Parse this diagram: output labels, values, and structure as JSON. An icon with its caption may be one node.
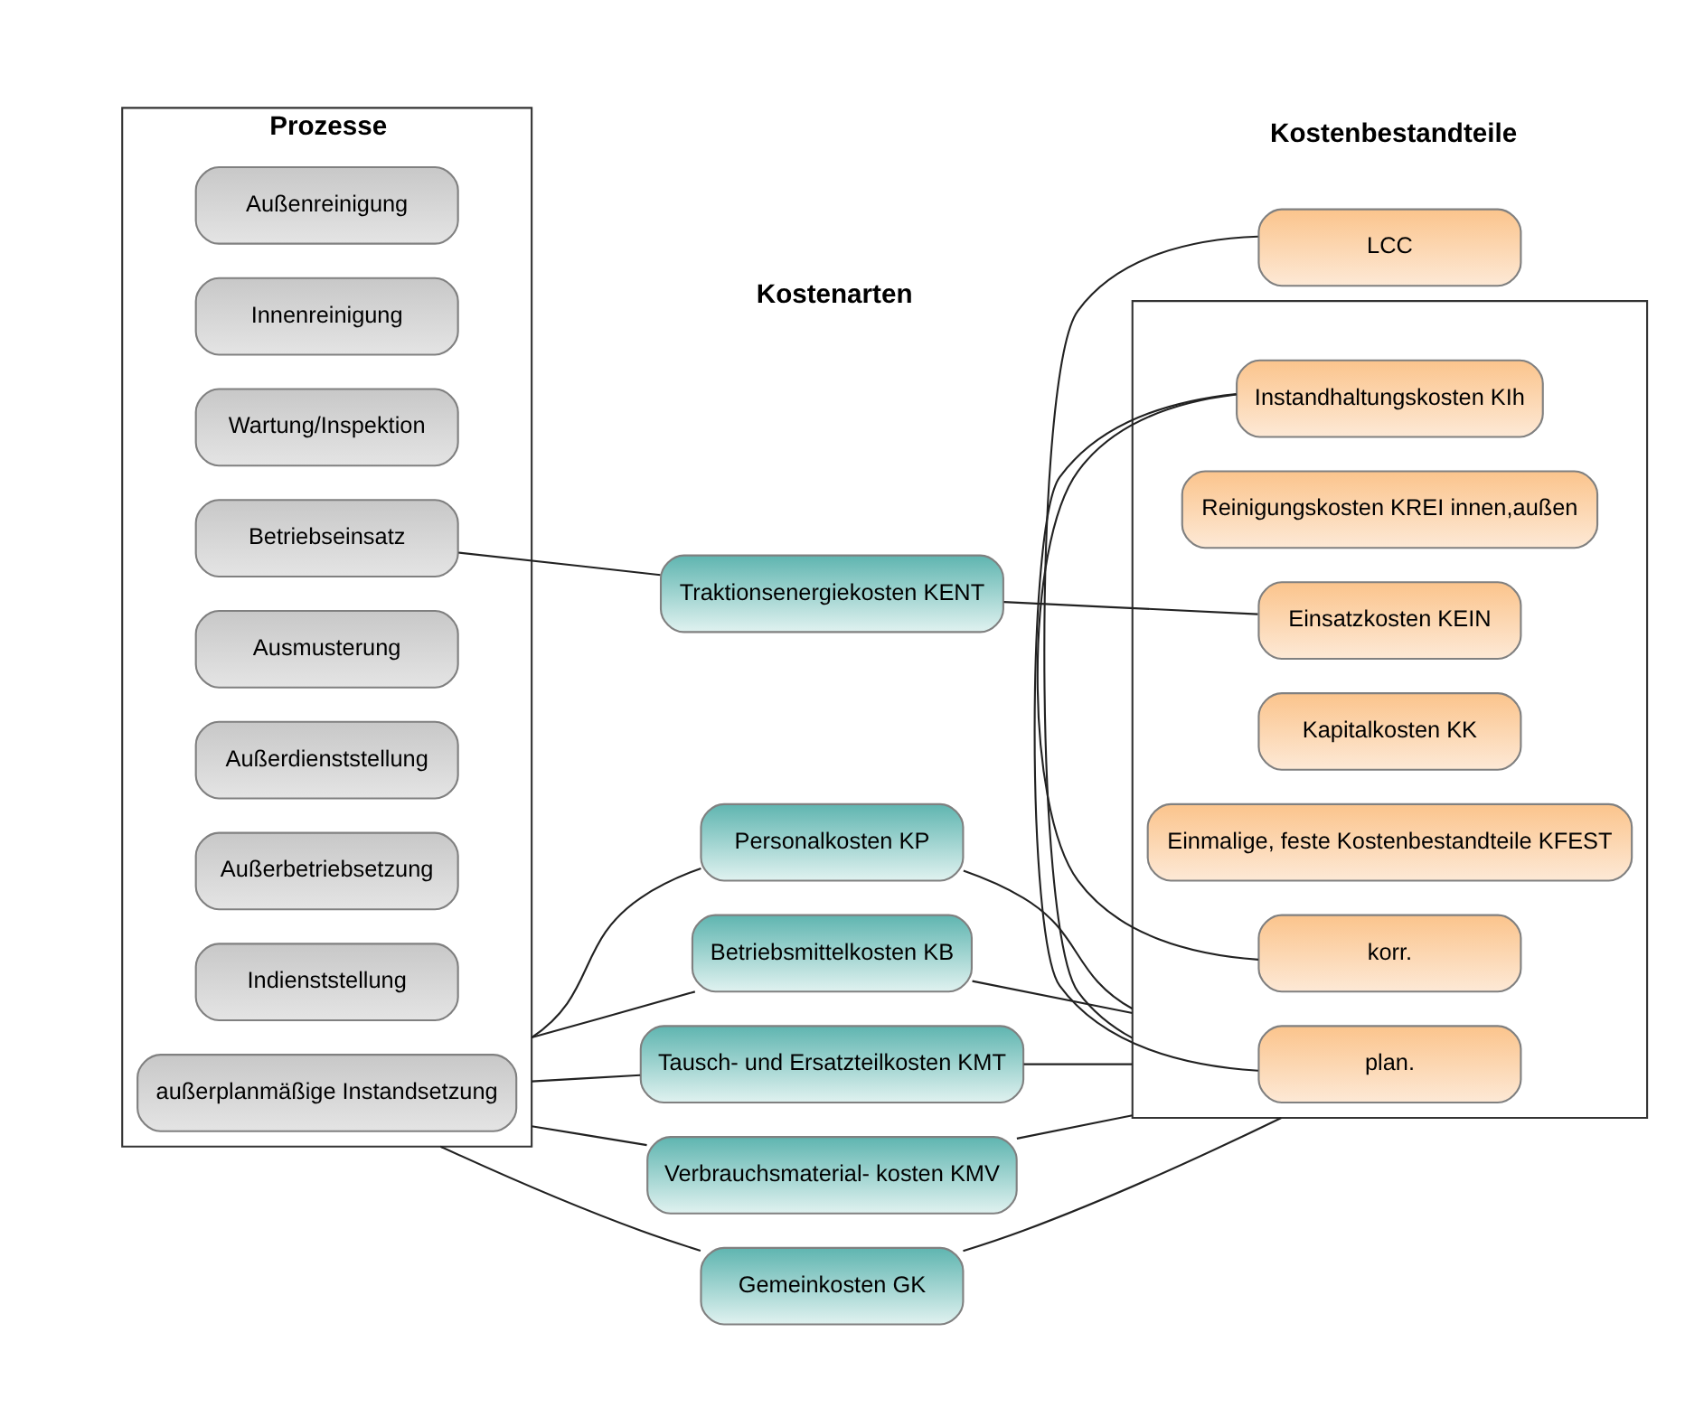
{
  "diagram": {
    "nodes": [
      {
        "text": [
          "Prozesse"
        ]
      },
      {
        "text": [
          "Betriebseinsatz"
        ],
        "in": 0
      },
      {
        "text": [
          "Wartung/Inspektion"
        ],
        "in": 0
      },
      {
        "text": [
          "Innenreinigung"
        ],
        "in": 0
      },
      {
        "text": [
          "Außenreinigung"
        ],
        "in": 0
      },
      {
        "text": [
          "außerplanmäßige Instandsetzung"
        ],
        "in": 0
      },
      {
        "text": [
          "Indienststellung"
        ],
        "in": 0
      },
      {
        "text": [
          "Außerbetriebsetzung"
        ],
        "in": 0
      },
      {
        "text": [
          "Außerdienststellung"
        ],
        "in": 0
      },
      {
        "text": [
          "Ausmusterung"
        ],
        "in": 0
      },
      {
        "text": [
          "Traktionsenergiekosten KENT"
        ]
      },
      {
        "text": [
          "Personalkosten KP"
        ]
      },
      {
        "text": [
          "Betriebsmittelkosten KB"
        ]
      },
      {
        "text": [
          "Tausch- und Ersatzteilkosten KMT"
        ]
      },
      {
        "text": [
          "Verbrauchsmaterial- kosten KMV"
        ]
      },
      {
        "text": [
          "Gemeinkosten GK"
        ]
      },
      {
        "text": [
          "LCC"
        ]
      },
      {
        "text": [],
        "shape": "box"
      },
      {
        "text": [
          "Einsatzkosten KEIN"
        ],
        "in": 17
      },
      {
        "text": [
          "Reinigungskosten KREI innen,außen"
        ],
        "in": 17
      },
      {
        "text": [
          "Instandhaltungskosten KIh"
        ],
        "in": 17
      },
      {
        "text": [
          "plan."
        ],
        "in": 17
      },
      {
        "text": [
          "korr."
        ],
        "in": 17
      },
      {
        "text": [
          "Einmalige, feste Kostenbestandteile KFEST"
        ],
        "in": 17
      },
      {
        "text": [
          "Kapitalkosten KK"
        ],
        "in": 17
      }
    ],
    "edges": [
      {
        "from": 1,
        "to": 10,
        "arrow": "none"
      },
      {
        "from": 10,
        "to": 18,
        "arrow": "none"
      },
      {
        "from": 16,
        "to": 17,
        "arrow": "none"
      },
      {
        "from": 0,
        "to": 11,
        "arrow": "none"
      },
      {
        "from": 0,
        "to": 12,
        "arrow": "none"
      },
      {
        "from": 0,
        "to": 13,
        "arrow": "none"
      },
      {
        "from": 0,
        "to": 14,
        "arrow": "none"
      },
      {
        "from": 0,
        "to": 15,
        "arrow": "none"
      },
      {
        "from": 11,
        "to": 17,
        "arrow": "none"
      },
      {
        "from": 12,
        "to": 17,
        "arrow": "none"
      },
      {
        "from": 13,
        "to": 17,
        "arrow": "none"
      },
      {
        "from": 14,
        "to": 17,
        "arrow": "none"
      },
      {
        "from": 15,
        "to": 17,
        "arrow": "none"
      },
      {
        "from": 20,
        "to": 21,
        "arrow": "none"
      },
      {
        "from": 20,
        "to": 22,
        "arrow": "none"
      }
    ],
    "labels": [
      "Kostenarten",
      "Kostenbestandteile"
    ]
  }
}
